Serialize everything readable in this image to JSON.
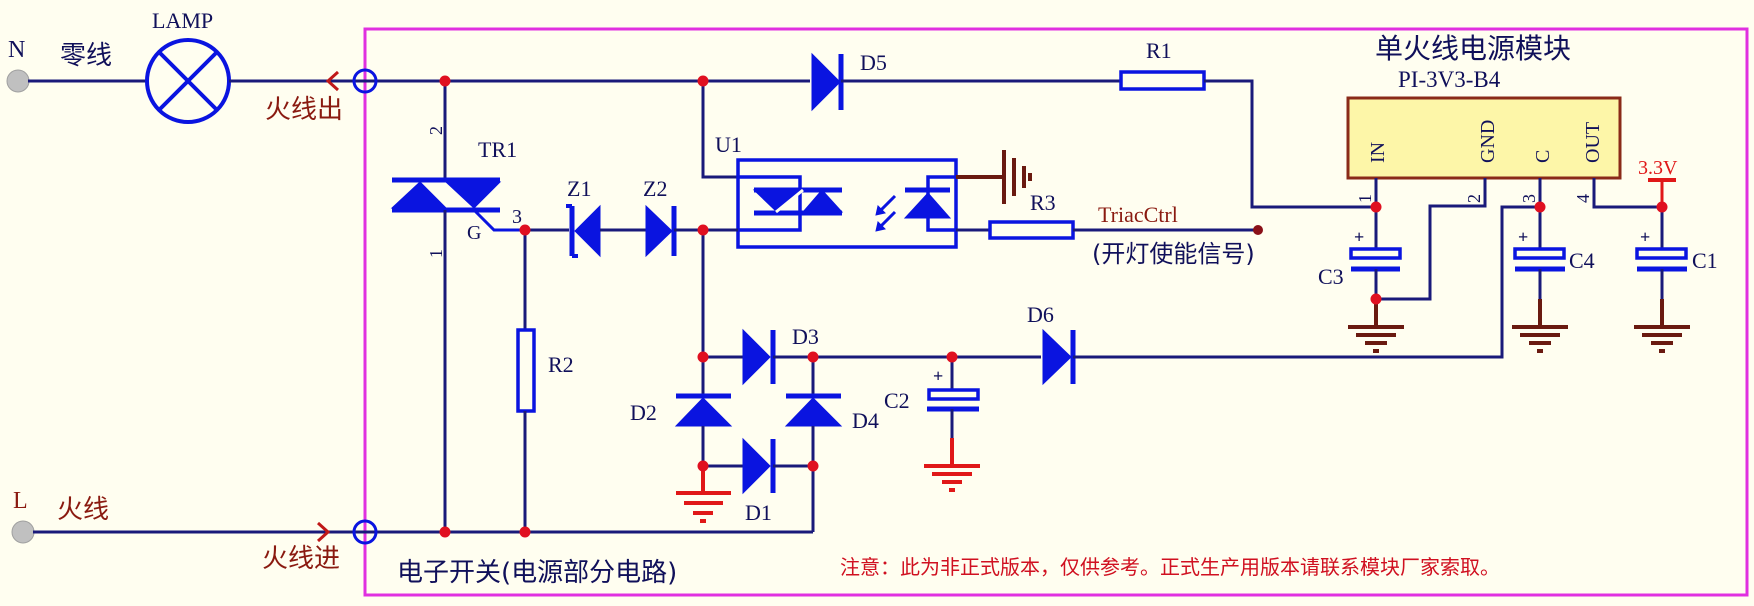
{
  "title": "单火线电源模块",
  "module": {
    "title": "单火线电源模块",
    "part_number": "PI-3V3-B4",
    "pins": [
      {
        "num": "1",
        "name": "IN"
      },
      {
        "num": "2",
        "name": "GND"
      },
      {
        "num": "3",
        "name": "C"
      },
      {
        "num": "4",
        "name": "OUT"
      }
    ]
  },
  "terminals": {
    "neutral": {
      "letter": "N",
      "label": "零线"
    },
    "live": {
      "letter": "L",
      "label": "火线"
    }
  },
  "lamp": {
    "label": "LAMP"
  },
  "arrows": {
    "live_out": "火线出",
    "live_in": "火线进"
  },
  "components": {
    "tr1": {
      "ref": "TR1",
      "pin1": "1",
      "pin2": "2",
      "pin3": "3",
      "gate": "G"
    },
    "z1": "Z1",
    "z2": "Z2",
    "u1": "U1",
    "d1": "D1",
    "d2": "D2",
    "d3": "D3",
    "d4": "D4",
    "d5": "D5",
    "d6": "D6",
    "r1": "R1",
    "r2": "R2",
    "r3": "R3",
    "c1": "C1",
    "c2": "C2",
    "c3": "C3",
    "c4": "C4",
    "plus": "+"
  },
  "net_labels": {
    "triac_ctrl": "TriacCtrl",
    "triac_ctrl_desc": "(开灯使能信号)",
    "vout": "3.3V"
  },
  "section_label": "电子开关(电源部分电路)",
  "notice": "注意：此为非正式版本，仅供参考。正式生产用版本请联系模块厂家索取。",
  "colors": {
    "background": "#fffef0",
    "wire": "#1a1a7a",
    "symbol": "#0a14e0",
    "junction": "#e01020",
    "frame": "#e030e0",
    "module_fill": "#fdf6a8",
    "module_border": "#8a2a18",
    "ground_dark": "#6a1a10",
    "power_red": "#e01818"
  }
}
